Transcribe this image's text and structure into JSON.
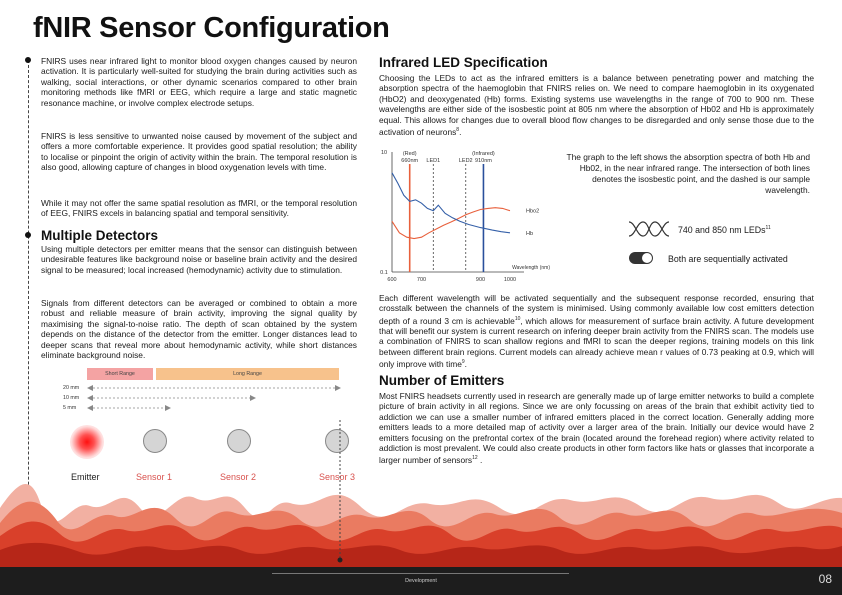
{
  "title": "fNIR Sensor Configuration",
  "intro": {
    "p1": "FNIRS uses near infrared light to monitor blood oxygen changes caused by neuron activation. It is particularly well-suited for studying the brain during activities such as walking, social interactions, or other dynamic scenarios compared to other brain monitoring methods like fMRI or EEG, which require a large and static magnetic resonance machine, or involve complex electrode setups.",
    "p2": "FNIRS is less sensitive to unwanted noise caused by movement of the subject and offers a more comfortable experience. It provides good spatial resolution; the ability to localise or pinpoint the origin of activity within the brain. The temporal resolution is also good, allowing capture of changes in blood oxygenation levels with time.",
    "p3": "While it may not offer the same spatial resolution as fMRI, or the temporal resolution of EEG, FNIRS excels in balancing spatial and temporal sensitivity."
  },
  "multiple_detectors": {
    "heading": "Multiple Detectors",
    "p1": "Using multiple detectors per emitter means that the sensor can distinguish between undesirable features like background noise or baseline brain activity and the desired signal to be measured; local increased (hemodynamic) activity due to stimulation.",
    "p2": "Signals from different detectors can be averaged or combined to obtain a more robust and reliable measure of brain activity, improving the signal quality by maximising the signal-to-noise ratio. The depth of scan obtained by the system depends on the distance of the detector from the emitter. Longer distances lead to deeper scans that reveal more about hemodynamic activity, while short distances eliminate background noise."
  },
  "diagram": {
    "short_range": "Short Range",
    "long_range": "Long Range",
    "depths": [
      "20 mm",
      "10 mm",
      "5 mm"
    ],
    "emitter": "Emitter",
    "sensors": [
      "Sensor 1",
      "Sensor 2",
      "Sensor 3"
    ],
    "colors": {
      "short_bar": "#f4a3a3",
      "long_bar": "#f7c28c",
      "emitter": "#ff2020",
      "sensor_label": "#d9534f"
    }
  },
  "infrared": {
    "heading": "Infrared LED Specification",
    "p1": "Choosing the LEDs to act as the infrared emitters is a balance between penetrating power and matching the absorption spectra of the haemoglobin that FNIRS relies on. We need to compare haemoglobin in its oxygenated (HbO2) and deoxygenated (Hb) forms. Existing systems use wavelengths in the range of 700 to 900 nm. These wavelengths are either side of the isosbestic point at 805 nm where the absorption of Hb02 and Hb is approximately equal. This allows for changes due to overall blood flow changes to be disregarded and only sense those due to the activation of neurons",
    "p1_ref": "8",
    "caption": "The graph to the left shows the absorption spectra of both Hb and Hb02, in the near infrared range. The intersection of both lines denotes the isosbestic point, and the dashed is our sample wavelength.",
    "led_text": "740  and  850 nm LEDs",
    "led_ref": "11",
    "toggle_text": "Both are sequentially activated",
    "p2_a": "Each different wavelength will be activated sequentially and the subsequent response recorded, ensuring that crosstalk between the channels of the system is minimised. Using commonly available low cost emitters detection depth of a round 3 cm is achievable",
    "p2_ref1": "10",
    "p2_b": ", which allows for measurement of surface brain activity.  A future development that will benefit our system is current research on infering deeper brain activity from the FNIRS scan. The models use a combination of FNIRS to scan shallow regions and fMRI to scan the deeper regions, training models on this link between different brain regions. Current models can already achieve mean r values of 0.73 peaking at 0.9, which will only improve with time",
    "p2_ref2": "9",
    "p2_c": "."
  },
  "emitters": {
    "heading": "Number of Emitters",
    "p1": "Most FNIRS headsets currently used in research are generally made up of large emitter networks to build a complete picture of brain activity in all regions. Since we are only focussing on areas of the brain that exhibit activity tied to addiction we can use a smaller number of infrared emitters placed in the correct location. Generally adding more emitters leads to a more detailed map of activity over a larger area of the brain. Initially our device would have 2 emitters focusing on the prefrontal cortex of the brain (located around the forehead region) where activity related to addiction is most prevalent. We could also create products in other form factors like hats or glasses that incorporate a larger number of sensors",
    "p1_ref": "12",
    "p1_end": " ."
  },
  "chart_data": {
    "type": "line",
    "xlabel": "Wavelength (nm)",
    "ylabel": "",
    "xlim": [
      600,
      1000
    ],
    "ylim": [
      0.1,
      10
    ],
    "log_y": true,
    "y_ticks": [
      "10",
      "0.1"
    ],
    "x_ticks": [
      "600",
      "700",
      "900",
      "1000"
    ],
    "x_tick_values": [
      600,
      700,
      900,
      1000
    ],
    "series": [
      {
        "name": "Hbo2",
        "color": "#e8603c",
        "x": [
          600,
          625,
          650,
          675,
          700,
          725,
          750,
          775,
          800,
          825,
          850,
          875,
          900,
          925,
          950,
          975,
          1000
        ],
        "y": [
          0.7,
          0.45,
          0.38,
          0.36,
          0.38,
          0.45,
          0.52,
          0.6,
          0.68,
          0.78,
          0.9,
          1.0,
          1.1,
          1.15,
          1.18,
          1.15,
          1.05
        ]
      },
      {
        "name": "Hb",
        "color": "#3560a8",
        "x": [
          600,
          620,
          640,
          660,
          680,
          700,
          720,
          740,
          757,
          780,
          805,
          830,
          860,
          900,
          940,
          970,
          1000
        ],
        "y": [
          4.5,
          3.0,
          1.9,
          1.5,
          1.6,
          1.4,
          1.15,
          1.05,
          1.3,
          0.95,
          0.8,
          0.7,
          0.62,
          0.55,
          0.5,
          0.47,
          0.45
        ]
      }
    ],
    "markers": [
      {
        "label_top": "(Red)",
        "label": "660nm",
        "x": 660,
        "style": "solid",
        "color": "#e8603c"
      },
      {
        "label_top": "",
        "label": "LED1",
        "x": 740,
        "style": "dashed",
        "color": "#444444"
      },
      {
        "label_top": "",
        "label": "LED2",
        "x": 850,
        "style": "dashed",
        "color": "#444444"
      },
      {
        "label_top": "(Infrared)",
        "label": "910nm",
        "x": 910,
        "style": "solid",
        "color": "#2a4f9c"
      }
    ]
  },
  "footer": {
    "text": "Development",
    "page": "08"
  }
}
